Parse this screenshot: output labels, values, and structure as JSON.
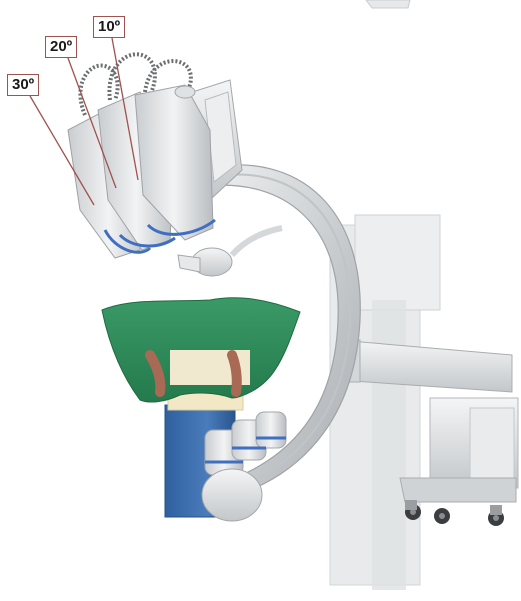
{
  "labels": {
    "angle_10": "10º",
    "angle_20": "20º",
    "angle_30": "30º"
  },
  "colors": {
    "label_border": "#a0524f",
    "drape": "#2f8a5c",
    "table_blue": "#3a6aa8",
    "equipment_gray": "#d9dcde",
    "ring_blue": "#3f6fc0"
  }
}
